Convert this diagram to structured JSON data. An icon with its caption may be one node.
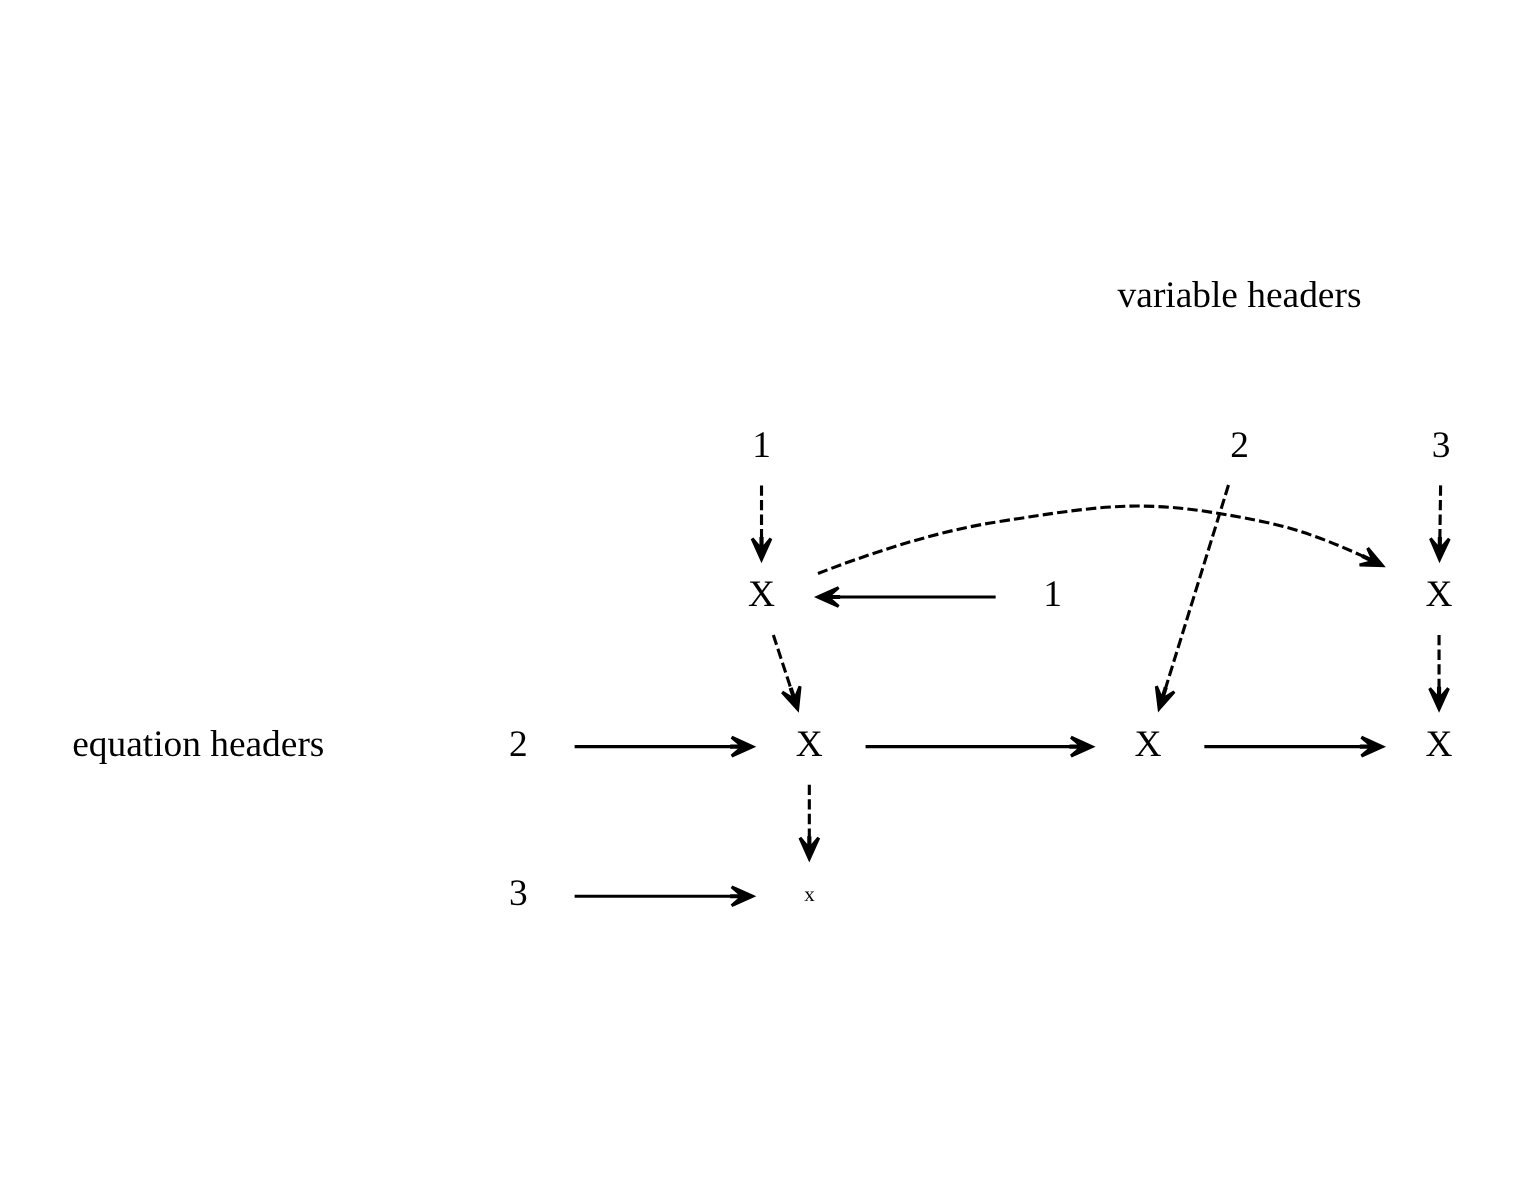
{
  "diagram": {
    "nodes": [
      {
        "text": [
          "1"
        ]
      },
      {
        "text": [
          "2"
        ]
      },
      {
        "text": [
          "3"
        ]
      },
      {
        "text": [
          "1"
        ]
      },
      {
        "text": [
          "2"
        ]
      },
      {
        "text": [
          "3"
        ]
      },
      {
        "text": [
          "X"
        ]
      },
      {
        "text": [
          "X"
        ]
      },
      {
        "text": [
          "X"
        ]
      },
      {
        "text": [
          "X"
        ]
      },
      {
        "text": [
          "X"
        ]
      },
      {
        "text": [
          "x"
        ]
      }
    ],
    "edges": [
      {
        "from": 0,
        "to": 6,
        "arrow": "to",
        "style": "dashed"
      },
      {
        "from": 1,
        "to": 9,
        "arrow": "to",
        "style": "dashed"
      },
      {
        "from": 2,
        "to": 7,
        "arrow": "to",
        "style": "dashed"
      },
      {
        "from": 3,
        "to": 6,
        "arrow": "to"
      },
      {
        "from": 6,
        "to": 7,
        "arrow": "to",
        "style": "dashed"
      },
      {
        "from": 6,
        "to": 8,
        "arrow": "to",
        "style": "dashed"
      },
      {
        "from": 7,
        "to": 10,
        "arrow": "to",
        "style": "dashed"
      },
      {
        "from": 4,
        "to": 8,
        "arrow": "to"
      },
      {
        "from": 8,
        "to": 9,
        "arrow": "to"
      },
      {
        "from": 9,
        "to": 10,
        "arrow": "to"
      },
      {
        "from": 8,
        "to": 11,
        "arrow": "to",
        "style": "dashed"
      },
      {
        "from": 5,
        "to": 11,
        "arrow": "to"
      }
    ],
    "labels": [
      "variable headers",
      "equation headers"
    ]
  }
}
